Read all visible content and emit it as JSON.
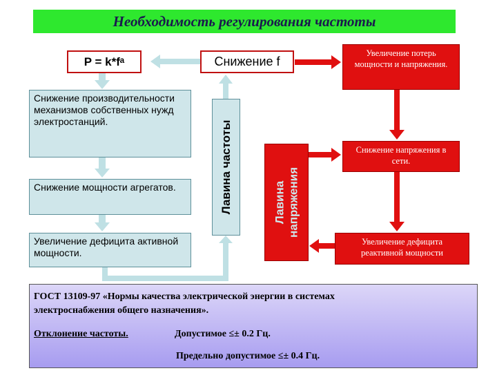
{
  "title": "Необходимость регулирования частоты",
  "formula": "P = k*fᵃ",
  "frequency_drop": "Снижение f",
  "teal_boxes": [
    "Снижение производительности механизмов собственных нужд электростанций.",
    "Снижение мощности агрегатов.",
    "Увеличение дефицита активной мощности."
  ],
  "freq_avalanche": "Лавина частоты",
  "voltage_avalanche": {
    "line1": "Лавина",
    "line2": "напряжения"
  },
  "red_boxes": [
    "Увеличение потерь мощности и напряжения.",
    "Снижение напряжения в сети.",
    "Увеличение дефицита реактивной мощности"
  ],
  "gost": {
    "line1": "ГОСТ 13109-97 «Нормы качества электрической энергии в системах",
    "line2": "электроснабжения общего назначения».",
    "deviation_label": "Отклонение частоты.",
    "allowed": "Допустимое ≤± 0.2 Гц.",
    "max_allowed": "Предельно допустимое ≤± 0.4 Гц."
  },
  "colors": {
    "title_bg": "#2ee82e",
    "teal": "#cfe6ea",
    "red": "#e01010",
    "arrow_teal": "#bfe0e4"
  }
}
